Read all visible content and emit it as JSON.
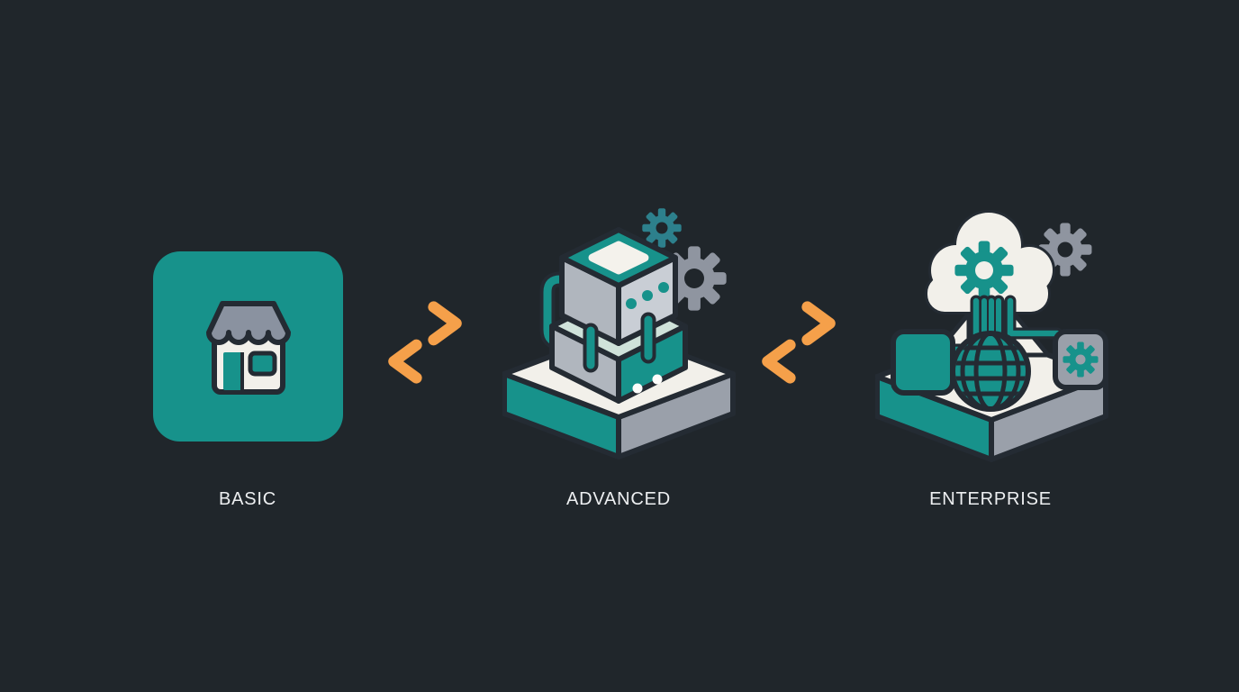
{
  "diagram": {
    "type": "tier-progression",
    "stages": [
      {
        "id": "basic",
        "label": "BASIC",
        "icon": "storefront-icon",
        "description_of_icon": "teal rounded square with white storefront, gray scalloped awning, teal door and window"
      },
      {
        "id": "advanced",
        "label": "ADVANCED",
        "icon": "modular-robot-stack-icon",
        "description_of_icon": "isometric platform with stacked teal/gray cube modules, side handle bracket, two gears"
      },
      {
        "id": "enterprise",
        "label": "ENTERPRISE",
        "icon": "cloud-network-platform-icon",
        "description_of_icon": "isometric platform with cloud + gear, cables to teal node and gray gear node, wireframe globe, extra gray gear"
      }
    ],
    "connectors": [
      {
        "between": [
          "basic",
          "advanced"
        ],
        "type": "bidirectional-arrows",
        "color": "orange"
      },
      {
        "between": [
          "advanced",
          "enterprise"
        ],
        "type": "bidirectional-arrows",
        "color": "orange"
      }
    ]
  },
  "colors": {
    "background": "#20262b",
    "outline": "#242b33",
    "teal": "#17928b",
    "teal_gear": "#2d808c",
    "mint": "#cfe2da",
    "gray": "#9aa0aa",
    "gray_light": "#c9ced5",
    "slate_gray": "#8a92a0",
    "off_white": "#f2f0ea",
    "orange": "#f5a04a",
    "label_text": "#edeff1"
  }
}
